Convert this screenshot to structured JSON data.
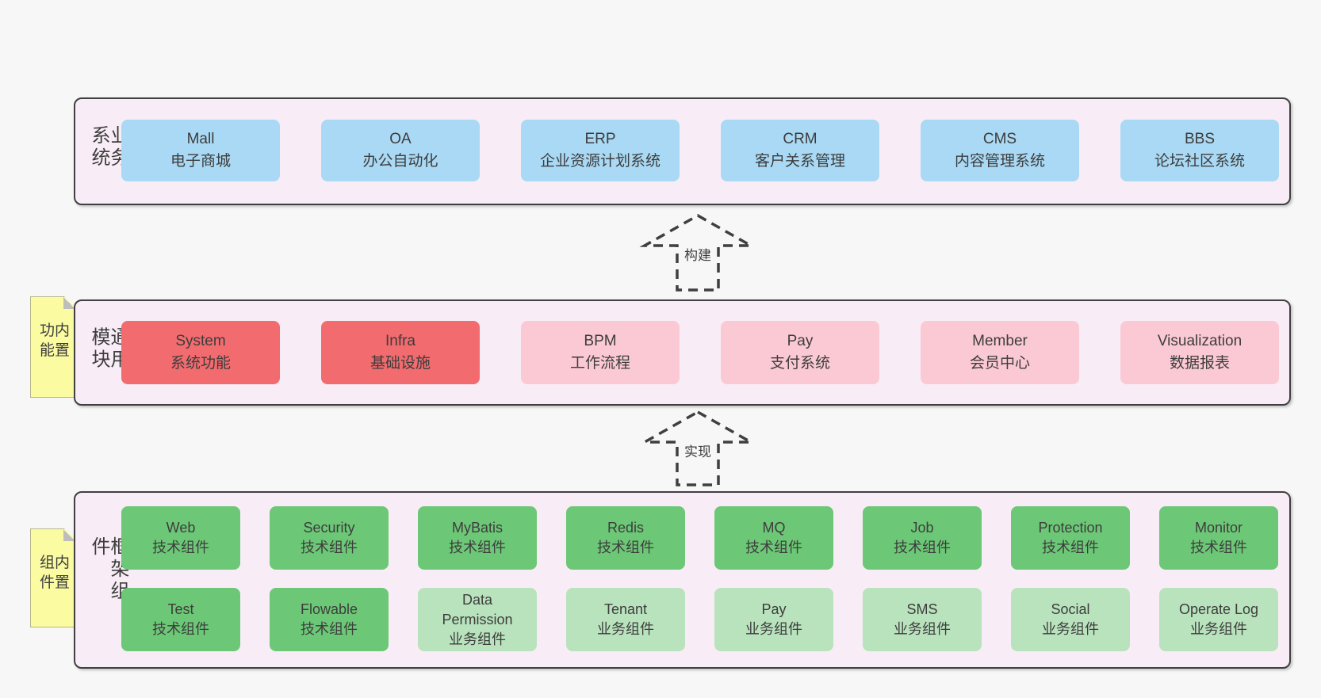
{
  "colors": {
    "page_bg": "#f7f7f7",
    "panel_bg": "#f8edf6",
    "panel_border": "#404040",
    "business_box": "#a9d9f4",
    "core_module_box": "#f26b6e",
    "module_box": "#fbc9d4",
    "tech_component_box": "#6cc876",
    "biz_component_box": "#b9e3bd",
    "sticky_note": "#fbfba2"
  },
  "business_panel": {
    "label": "业务系统",
    "boxes": [
      {
        "name": "Mall",
        "desc": "电子商城",
        "variant": "blue"
      },
      {
        "name": "OA",
        "desc": "办公自动化",
        "variant": "blue"
      },
      {
        "name": "ERP",
        "desc": "企业资源计划系统",
        "variant": "blue"
      },
      {
        "name": "CRM",
        "desc": "客户关系管理",
        "variant": "blue"
      },
      {
        "name": "CMS",
        "desc": "内容管理系统",
        "variant": "blue"
      },
      {
        "name": "BBS",
        "desc": "论坛社区系统",
        "variant": "blue"
      }
    ]
  },
  "arrow_build": {
    "label": "构建"
  },
  "module_panel": {
    "label": "通用模块",
    "note": "内置功能",
    "boxes": [
      {
        "name": "System",
        "desc": "系统功能",
        "variant": "red"
      },
      {
        "name": "Infra",
        "desc": "基础设施",
        "variant": "red"
      },
      {
        "name": "BPM",
        "desc": "工作流程",
        "variant": "pink"
      },
      {
        "name": "Pay",
        "desc": "支付系统",
        "variant": "pink"
      },
      {
        "name": "Member",
        "desc": "会员中心",
        "variant": "pink"
      },
      {
        "name": "Visualization",
        "desc": "数据报表",
        "variant": "pink"
      }
    ]
  },
  "arrow_implement": {
    "label": "实现"
  },
  "component_panel": {
    "label": "框架组件",
    "note": "内置组件",
    "row1": [
      {
        "name": "Web",
        "desc": "技术组件",
        "variant": "green"
      },
      {
        "name": "Security",
        "desc": "技术组件",
        "variant": "green"
      },
      {
        "name": "MyBatis",
        "desc": "技术组件",
        "variant": "green"
      },
      {
        "name": "Redis",
        "desc": "技术组件",
        "variant": "green"
      },
      {
        "name": "MQ",
        "desc": "技术组件",
        "variant": "green"
      },
      {
        "name": "Job",
        "desc": "技术组件",
        "variant": "green"
      },
      {
        "name": "Protection",
        "desc": "技术组件",
        "variant": "green"
      },
      {
        "name": "Monitor",
        "desc": "技术组件",
        "variant": "green"
      }
    ],
    "row2": [
      {
        "name": "Test",
        "desc": "技术组件",
        "variant": "green"
      },
      {
        "name": "Flowable",
        "desc": "技术组件",
        "variant": "green"
      },
      {
        "name": "Data Permission",
        "desc": "业务组件",
        "variant": "green-light"
      },
      {
        "name": "Tenant",
        "desc": "业务组件",
        "variant": "green-light"
      },
      {
        "name": "Pay",
        "desc": "业务组件",
        "variant": "green-light"
      },
      {
        "name": "SMS",
        "desc": "业务组件",
        "variant": "green-light"
      },
      {
        "name": "Social",
        "desc": "业务组件",
        "variant": "green-light"
      },
      {
        "name": "Operate Log",
        "desc": "业务组件",
        "variant": "green-light"
      }
    ]
  }
}
